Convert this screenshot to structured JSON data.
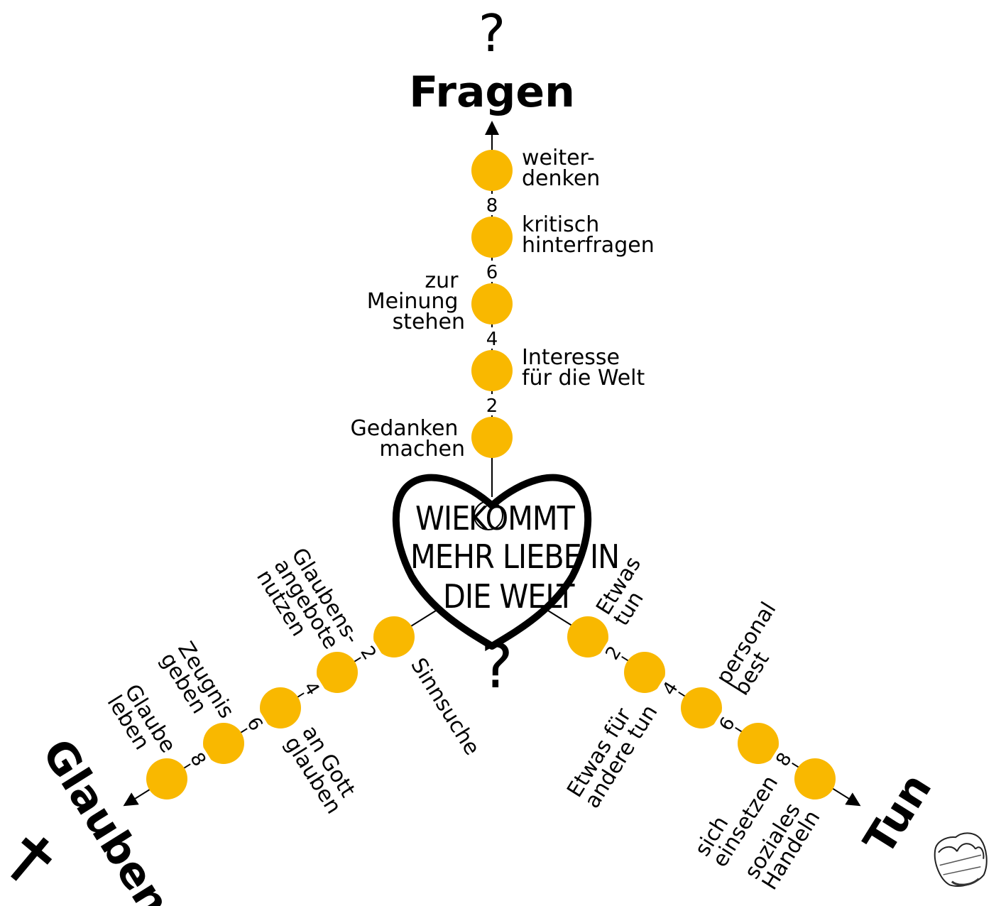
{
  "question_mark": "?",
  "center": {
    "line1_a": "WIE",
    "line1_b": "KOMMT",
    "line2": "MEHR  LIEBE IN",
    "line3": "DIE WELT",
    "question_mark": "?"
  },
  "branches": {
    "fragen": {
      "title": "Fragen",
      "stations": [
        "Gedanken machen",
        "Interesse für die Welt",
        "zur Meinung stehen",
        "kritisch hinterfragen",
        "weiter-denken"
      ],
      "labels": [
        [
          "Gedanken",
          "machen"
        ],
        [
          "Interesse",
          "für die Welt"
        ],
        [
          "zur",
          "Meinung",
          "stehen"
        ],
        [
          "kritisch",
          "hinterfragen"
        ],
        [
          "weiter-",
          "denken"
        ]
      ],
      "numbers": [
        "2",
        "4",
        "6",
        "8"
      ]
    },
    "glauben": {
      "title": "Glauben",
      "labels": [
        [
          "Sinnsuche"
        ],
        [
          "Glaubens-",
          "angebote",
          "nutzen"
        ],
        [
          "an Gott",
          "glauben"
        ],
        [
          "Zeugnis",
          "geben"
        ],
        [
          "Glaube",
          "leben"
        ]
      ],
      "numbers": [
        "2",
        "4",
        "6",
        "8"
      ],
      "icon": "cross-icon"
    },
    "tun": {
      "title": "Tun",
      "labels": [
        [
          "Etwas",
          "tun"
        ],
        [
          "Etwas für",
          "andere tun"
        ],
        [
          "personal",
          "best"
        ],
        [
          "sich",
          "einsetzen"
        ],
        [
          "soziales",
          "Handeln"
        ]
      ],
      "numbers": [
        "2",
        "4",
        "6",
        "8"
      ],
      "icon": "fist-icon"
    }
  },
  "colors": {
    "dot": "#F9B800",
    "line": "#000000",
    "text": "#000000"
  }
}
